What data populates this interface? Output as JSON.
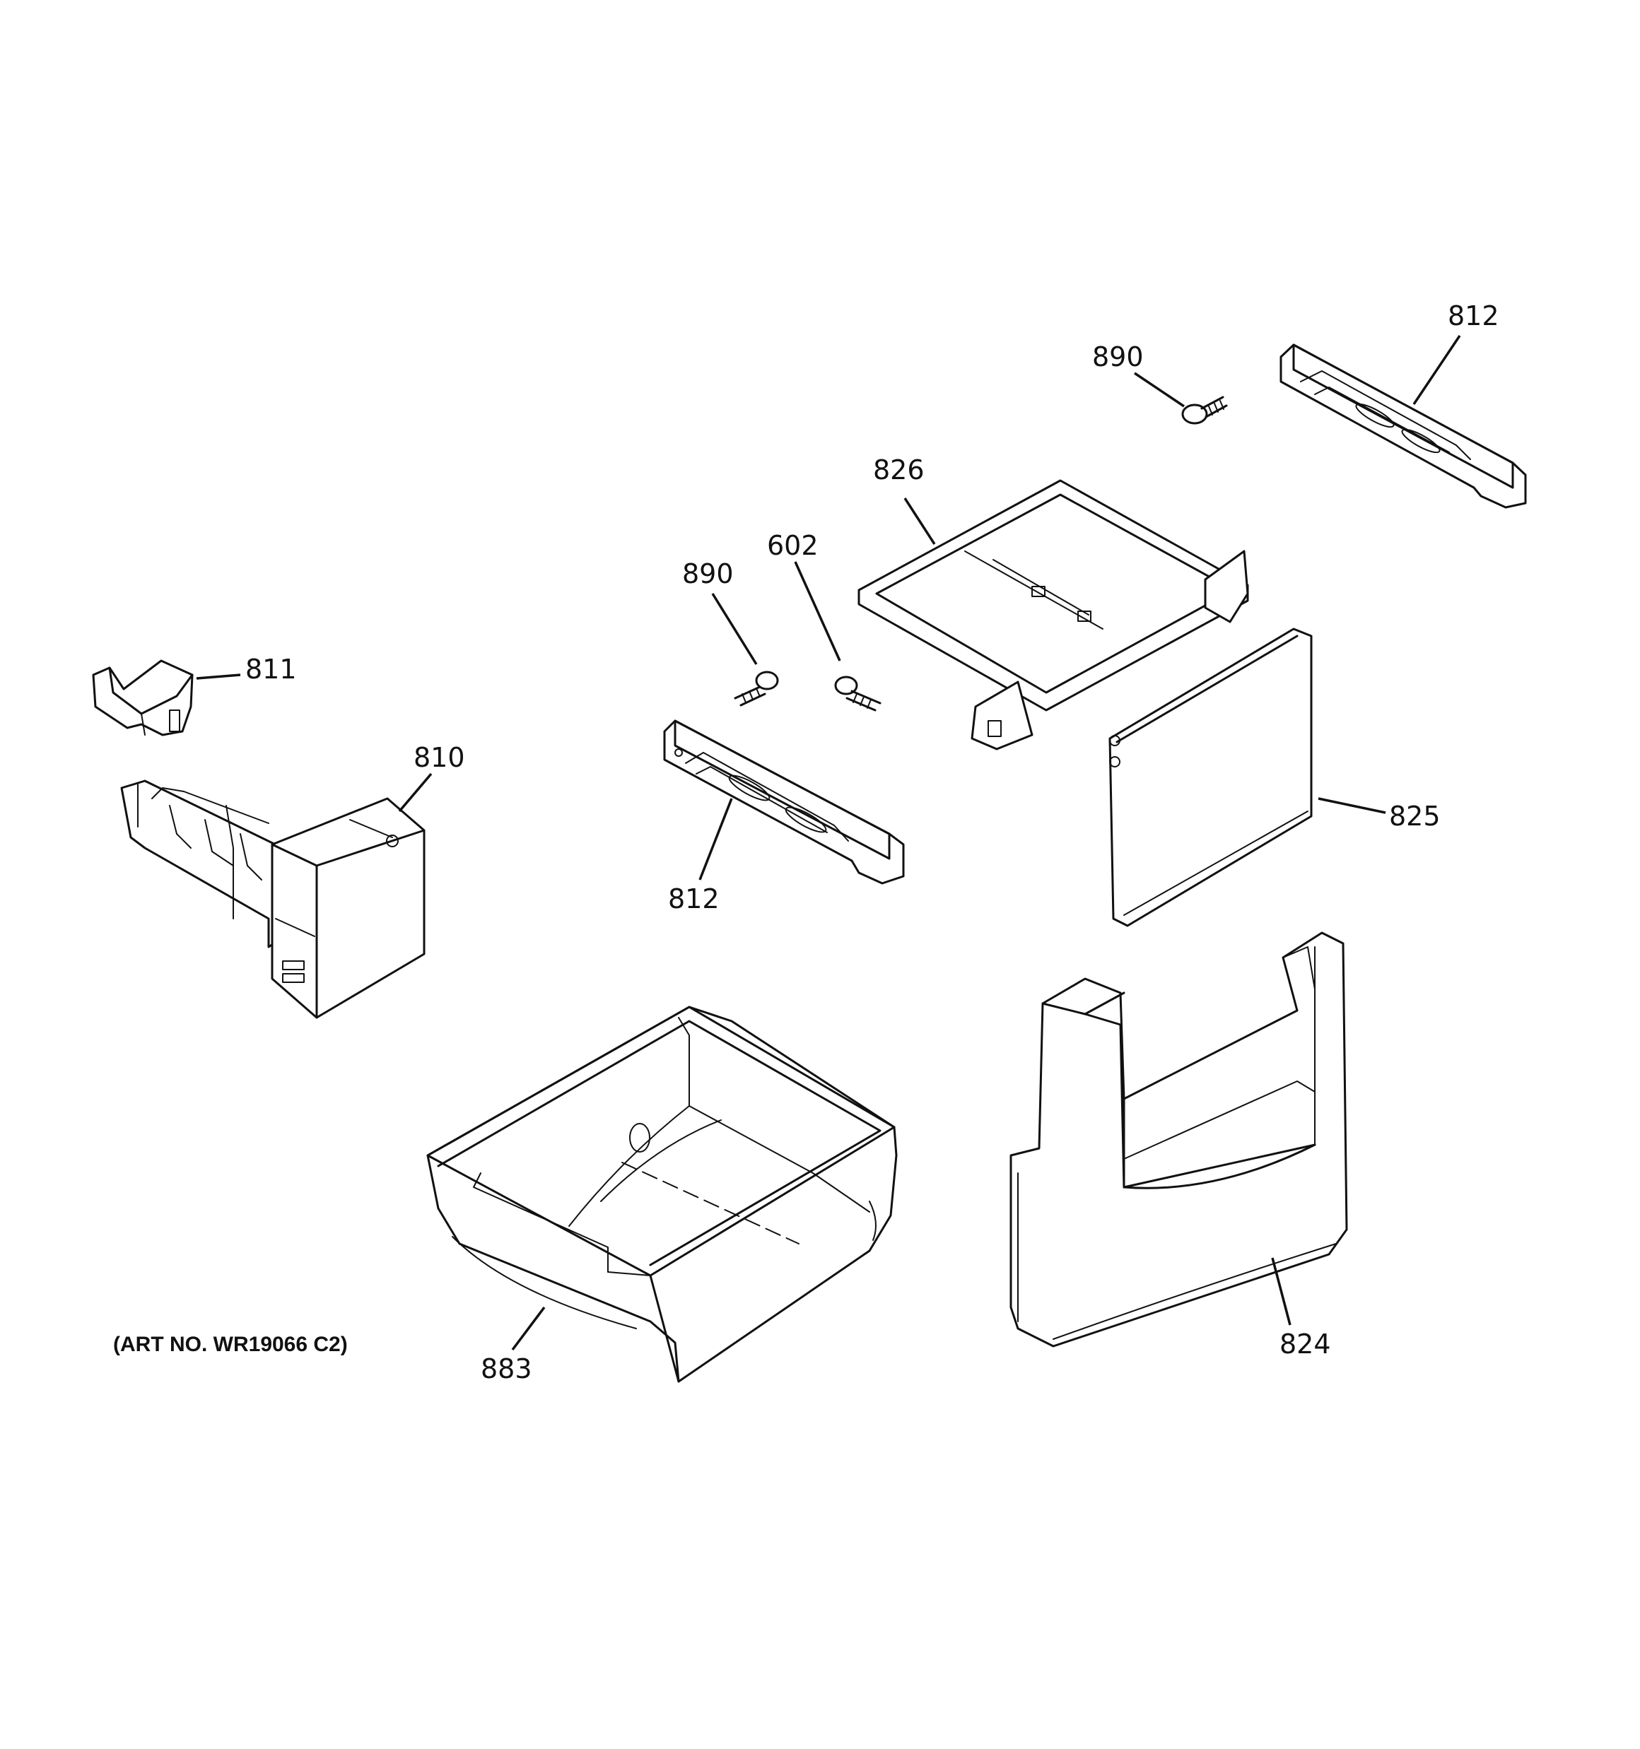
{
  "art_number": "(ART NO. WR19066 C2)",
  "callouts": {
    "p812_top": "812",
    "p890_top": "890",
    "p826": "826",
    "p602": "602",
    "p890_mid": "890",
    "p811": "811",
    "p810": "810",
    "p812_mid": "812",
    "p825": "825",
    "p883": "883",
    "p824": "824"
  }
}
